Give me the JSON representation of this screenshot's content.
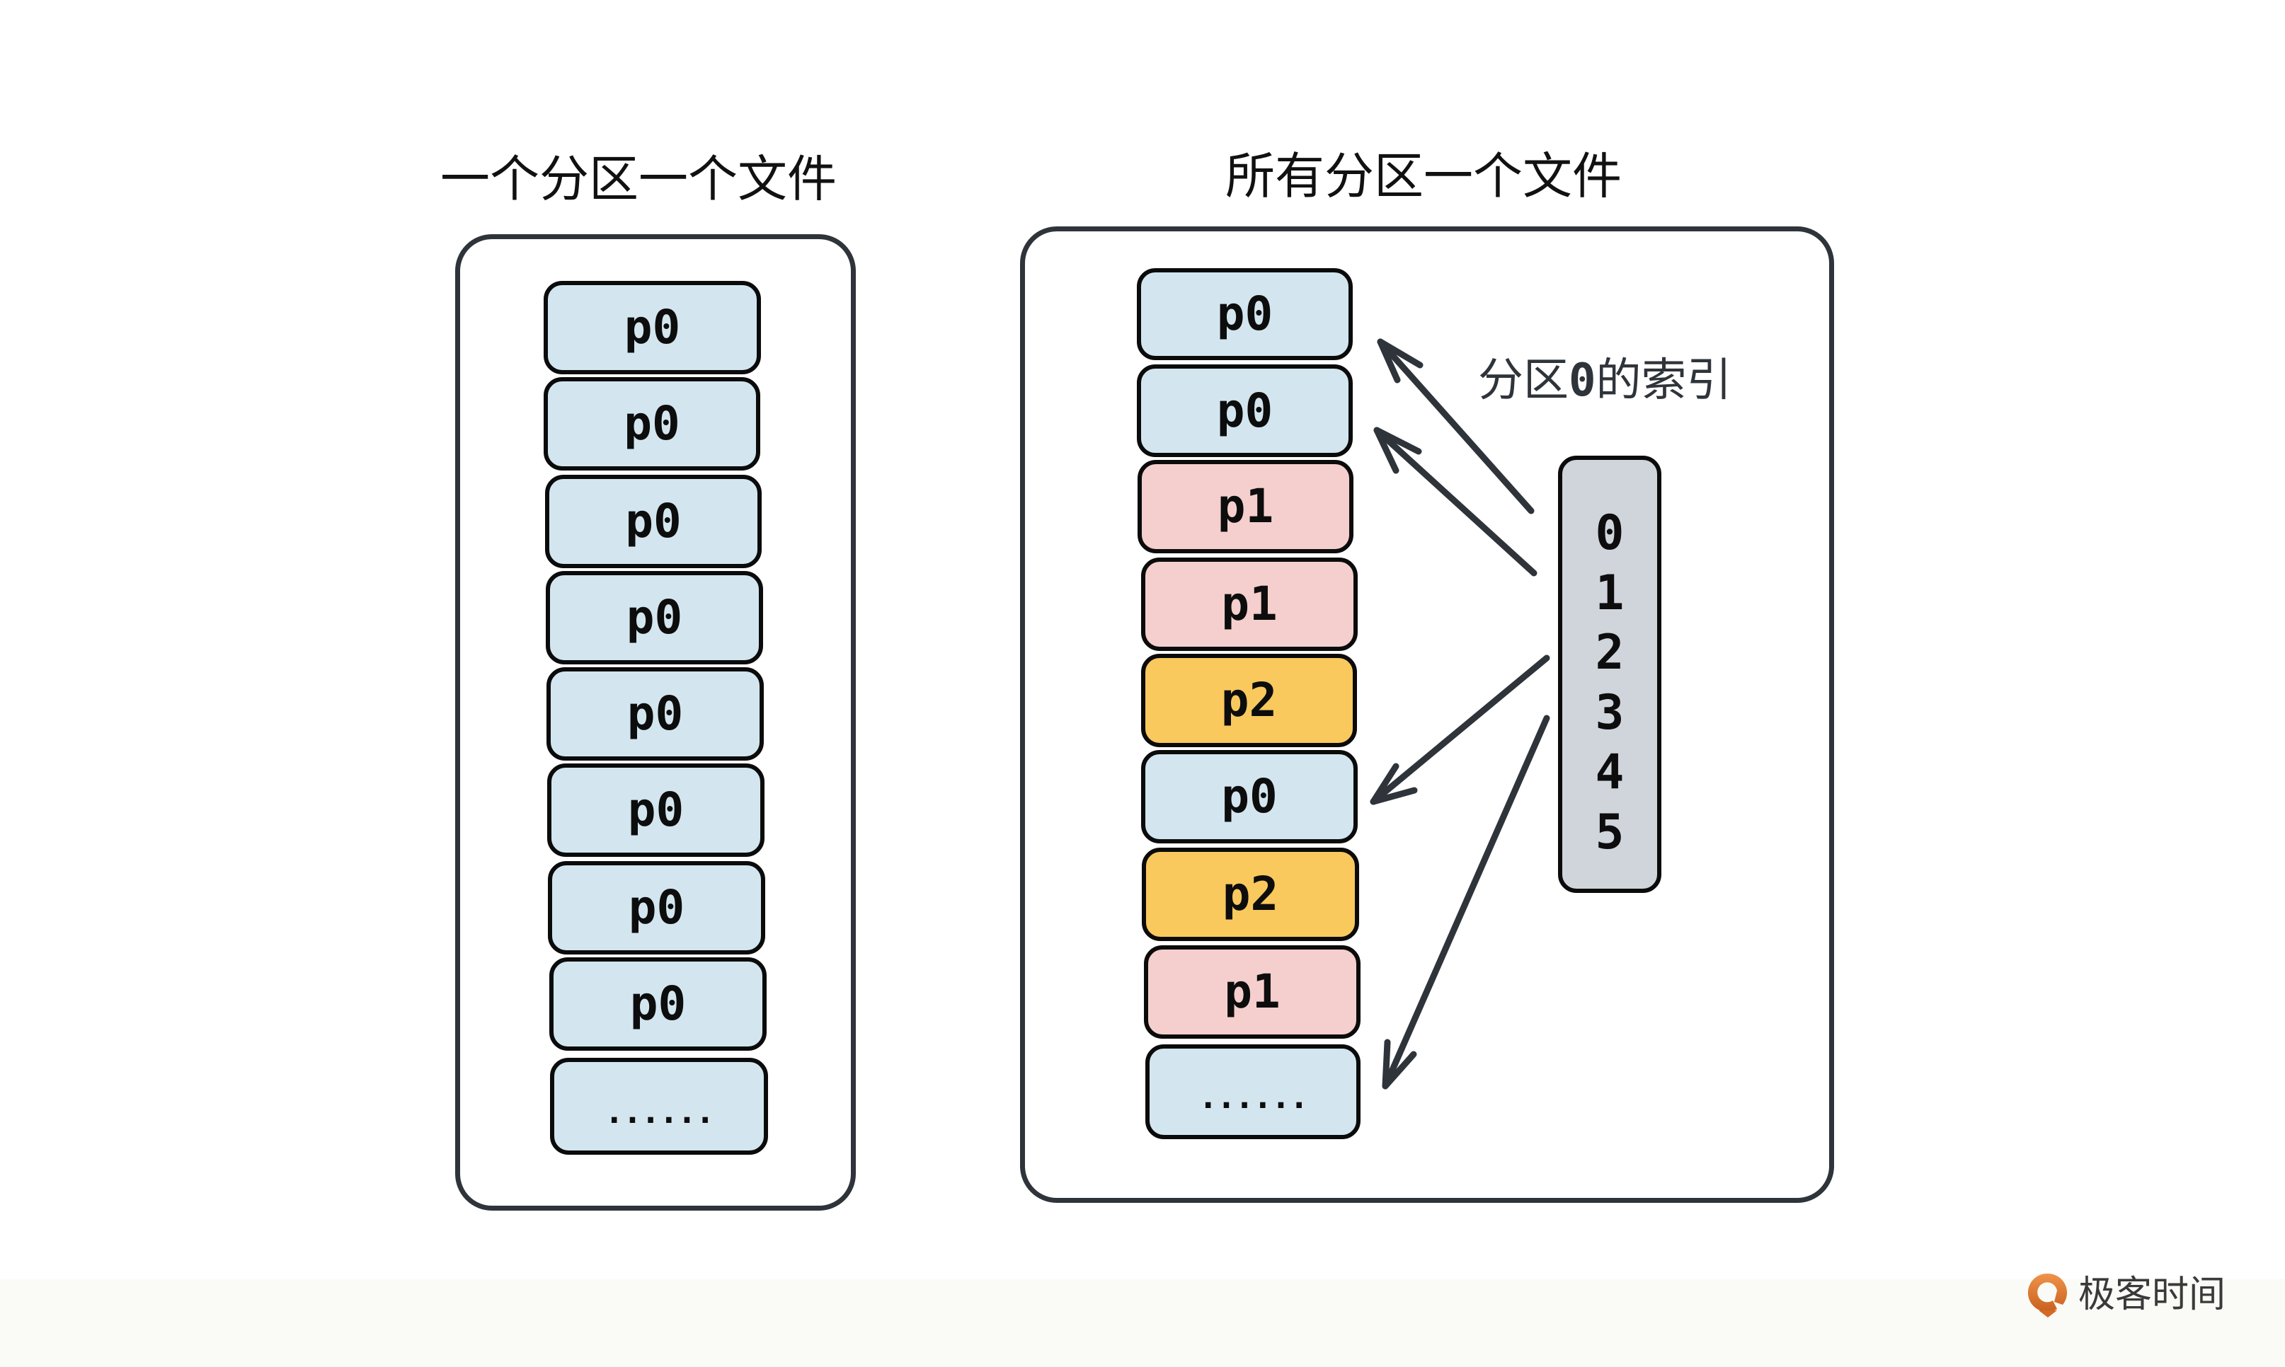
{
  "colors": {
    "p0": "#d3e6ef",
    "p1": "#f5cfcd",
    "p2": "#f9c95e",
    "index_box": "#d0d5dc",
    "stroke": "#2f343a",
    "footer_bg": "#fafbf6",
    "brand": "#e07a2e"
  },
  "left_panel": {
    "title": "一个分区一个文件",
    "cells": [
      {
        "label": "p0",
        "partition": "p0"
      },
      {
        "label": "p0",
        "partition": "p0"
      },
      {
        "label": "p0",
        "partition": "p0"
      },
      {
        "label": "p0",
        "partition": "p0"
      },
      {
        "label": "p0",
        "partition": "p0"
      },
      {
        "label": "p0",
        "partition": "p0"
      },
      {
        "label": "p0",
        "partition": "p0"
      },
      {
        "label": "p0",
        "partition": "p0"
      },
      {
        "label": "......",
        "partition": "p0"
      }
    ]
  },
  "right_panel": {
    "title": "所有分区一个文件",
    "cells": [
      {
        "label": "p0",
        "partition": "p0"
      },
      {
        "label": "p0",
        "partition": "p0"
      },
      {
        "label": "p1",
        "partition": "p1"
      },
      {
        "label": "p1",
        "partition": "p1"
      },
      {
        "label": "p2",
        "partition": "p2"
      },
      {
        "label": "p0",
        "partition": "p0"
      },
      {
        "label": "p2",
        "partition": "p2"
      },
      {
        "label": "p1",
        "partition": "p1"
      },
      {
        "label": "......",
        "partition": "p0"
      }
    ],
    "index": {
      "label_prefix": "分区",
      "label_mono": "0",
      "label_suffix": "的索引",
      "entries": [
        "0",
        "1",
        "2",
        "3",
        "4",
        "5"
      ],
      "pointers": [
        {
          "to_cell": 0
        },
        {
          "to_cell": 1
        },
        {
          "to_cell": 5
        },
        {
          "to_cell": 8
        }
      ]
    }
  },
  "footer": {
    "brand_name": "极客时间",
    "logo_icon": "geektime-logo-icon"
  }
}
